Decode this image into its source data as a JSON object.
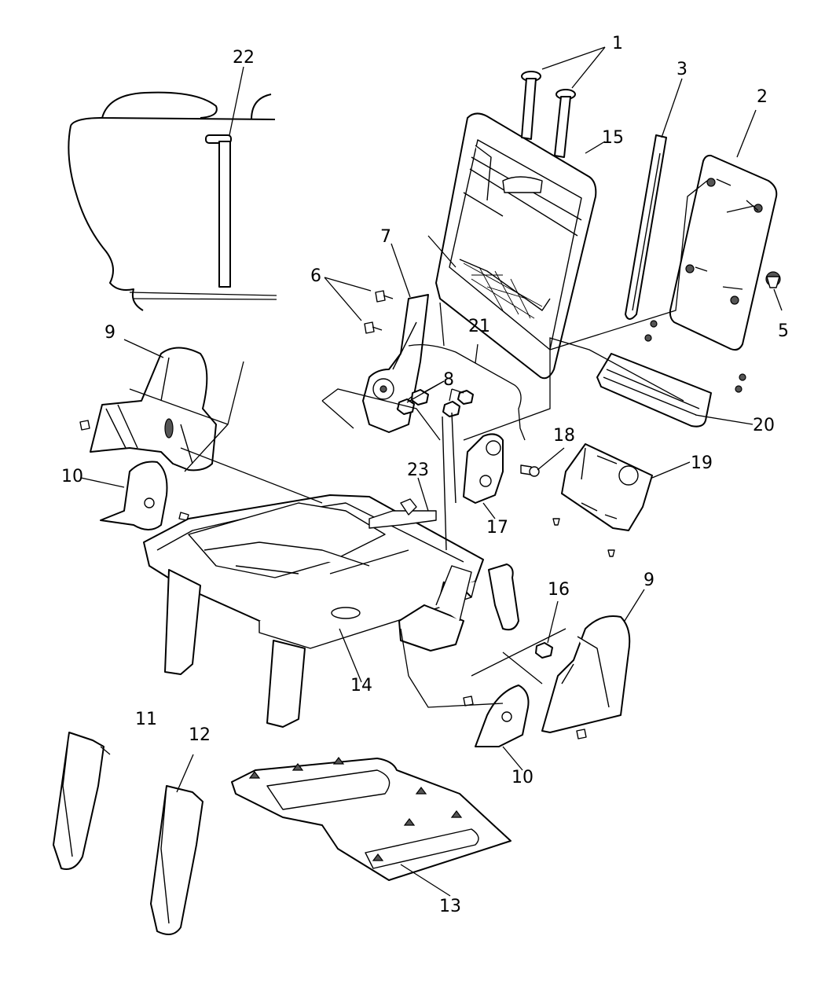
{
  "callouts": [
    {
      "id": "1",
      "text": "1"
    },
    {
      "id": "2",
      "text": "2"
    },
    {
      "id": "3",
      "text": "3"
    },
    {
      "id": "5",
      "text": "5"
    },
    {
      "id": "6",
      "text": "6"
    },
    {
      "id": "7",
      "text": "7"
    },
    {
      "id": "8",
      "text": "8"
    },
    {
      "id": "9a",
      "text": "9"
    },
    {
      "id": "9b",
      "text": "9"
    },
    {
      "id": "10a",
      "text": "10"
    },
    {
      "id": "10b",
      "text": "10"
    },
    {
      "id": "11",
      "text": "11"
    },
    {
      "id": "12",
      "text": "12"
    },
    {
      "id": "13",
      "text": "13"
    },
    {
      "id": "14",
      "text": "14"
    },
    {
      "id": "15",
      "text": "15"
    },
    {
      "id": "16",
      "text": "16"
    },
    {
      "id": "17",
      "text": "17"
    },
    {
      "id": "18",
      "text": "18"
    },
    {
      "id": "19",
      "text": "19"
    },
    {
      "id": "20",
      "text": "20"
    },
    {
      "id": "21",
      "text": "21"
    },
    {
      "id": "22",
      "text": "22"
    },
    {
      "id": "23",
      "text": "23"
    }
  ]
}
